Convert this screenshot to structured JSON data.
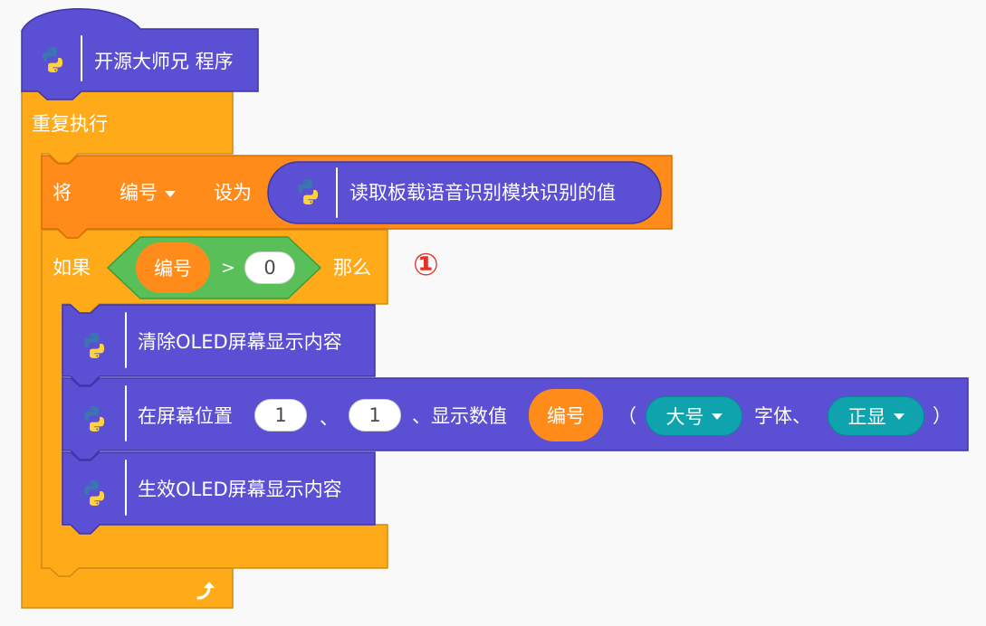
{
  "colors": {
    "hat_blue": "#5b4fd3",
    "control_orange": "#ffab19",
    "variable_orange": "#ff8c1a",
    "operator_green": "#59c059",
    "menu_teal": "#0fa3ad",
    "annotation_red": "#e0342b"
  },
  "hat": {
    "title": "开源大师兄 程序",
    "icon": "python-icon"
  },
  "forever": {
    "label": "重复执行",
    "end_icon": "loop-arrow-icon"
  },
  "set_block": {
    "label": "将",
    "variable": "编号",
    "set_to": "设为",
    "reporter": {
      "icon": "python-icon",
      "label": "读取板载语音识别模块识别的值"
    }
  },
  "if_block": {
    "label": "如果",
    "then": "那么",
    "condition": {
      "left": "编号",
      "operator": ">",
      "right": "0"
    },
    "annotation": "①"
  },
  "clear_block": {
    "icon": "python-icon",
    "label": "清除OLED屏幕显示内容"
  },
  "display_block": {
    "icon": "python-icon",
    "prefix": "在屏幕位置",
    "x": "1",
    "sep1": "、",
    "y": "1",
    "sep2": "、显示数值",
    "value_var": "编号",
    "open_paren": "（",
    "font_size": "大号",
    "font_label": "字体、",
    "orientation": "正显",
    "close_paren": "）"
  },
  "apply_block": {
    "icon": "python-icon",
    "label": "生效OLED屏幕显示内容"
  }
}
